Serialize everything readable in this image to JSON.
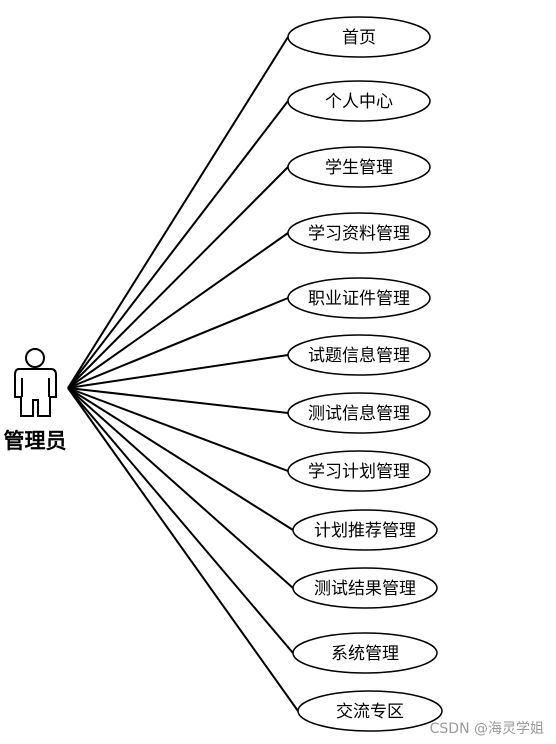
{
  "actor": {
    "label": "管理员"
  },
  "use_cases": [
    "首页",
    "个人中心",
    "学生管理",
    "学习资料管理",
    "职业证件管理",
    "试题信息管理",
    "测试信息管理",
    "学习计划管理",
    "计划推荐管理",
    "测试结果管理",
    "系统管理",
    "交流专区"
  ],
  "watermark": "CSDN @海灵学姐"
}
